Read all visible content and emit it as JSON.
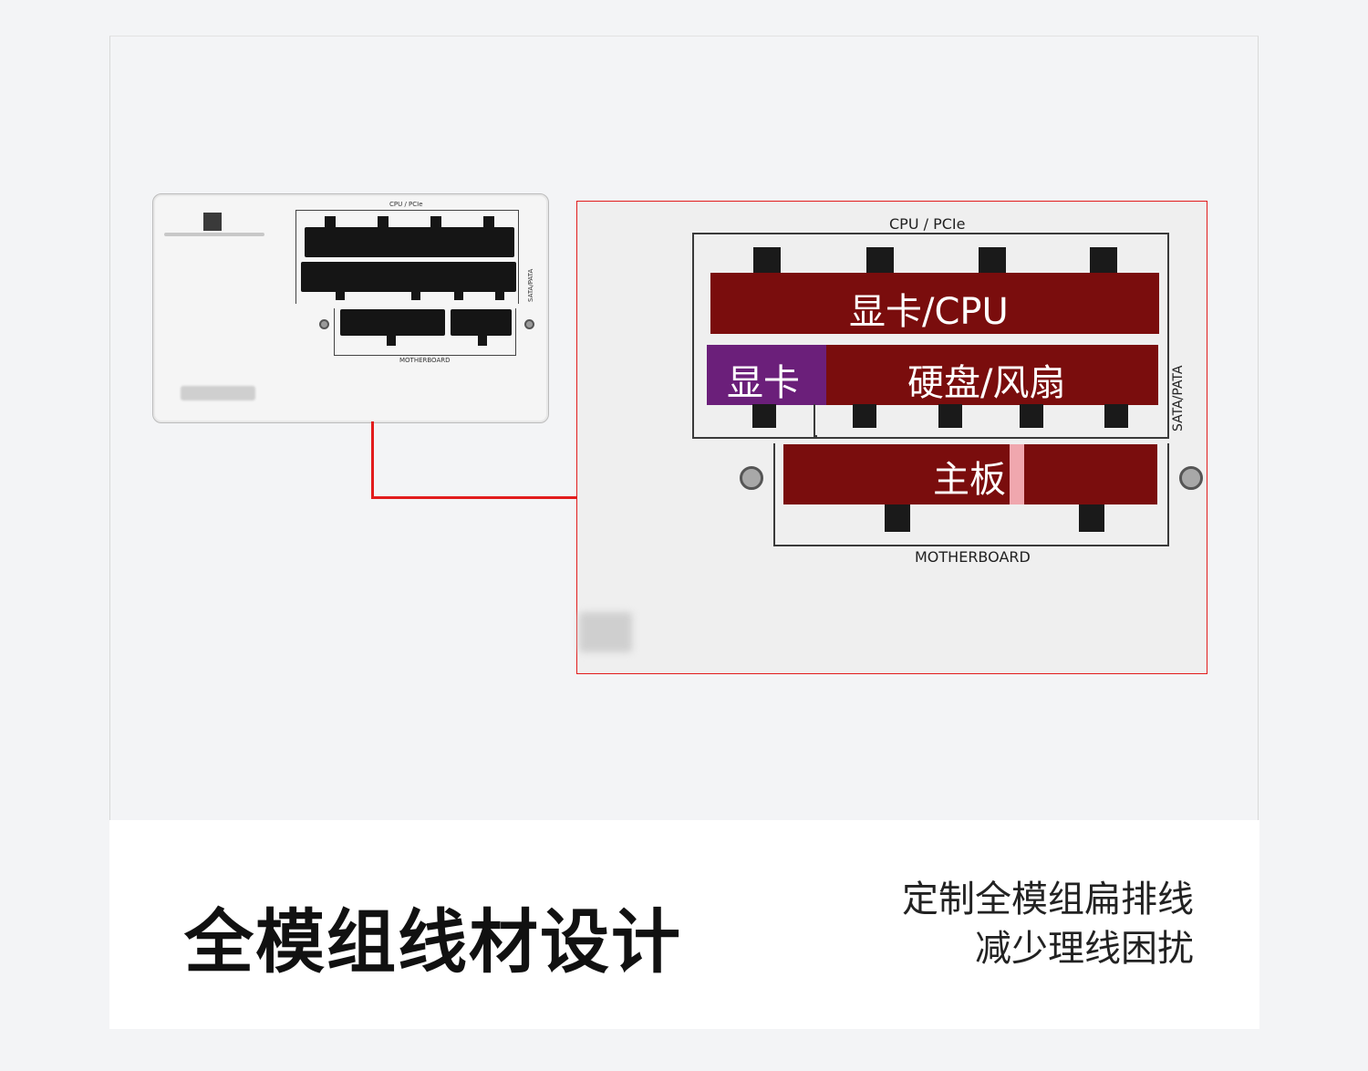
{
  "psu_small": {
    "cpu_pcie_label": "CPU / PCIe",
    "sata_pata_label": "SATA/PATA",
    "motherboard_label": "MOTHERBOARD"
  },
  "zoom_panel": {
    "cpu_pcie_label": "CPU / PCIe",
    "sata_pata_label": "SATA/PATA",
    "motherboard_label": "MOTHERBOARD",
    "zone_gpu_cpu": "显卡/CPU",
    "zone_gpu": "显卡",
    "zone_disk_fan": "硬盘/风扇",
    "zone_motherboard": "主板",
    "colors": {
      "zone_red": "#7a0d0d",
      "zone_purple": "#6b1f7a",
      "zone_pink": "#f0a7ae",
      "highlight_border": "#e21c1c"
    }
  },
  "caption": {
    "title": "全模组线材设计",
    "subtitle_line1": "定制全模组扁排线",
    "subtitle_line2": "减少理线困扰"
  }
}
